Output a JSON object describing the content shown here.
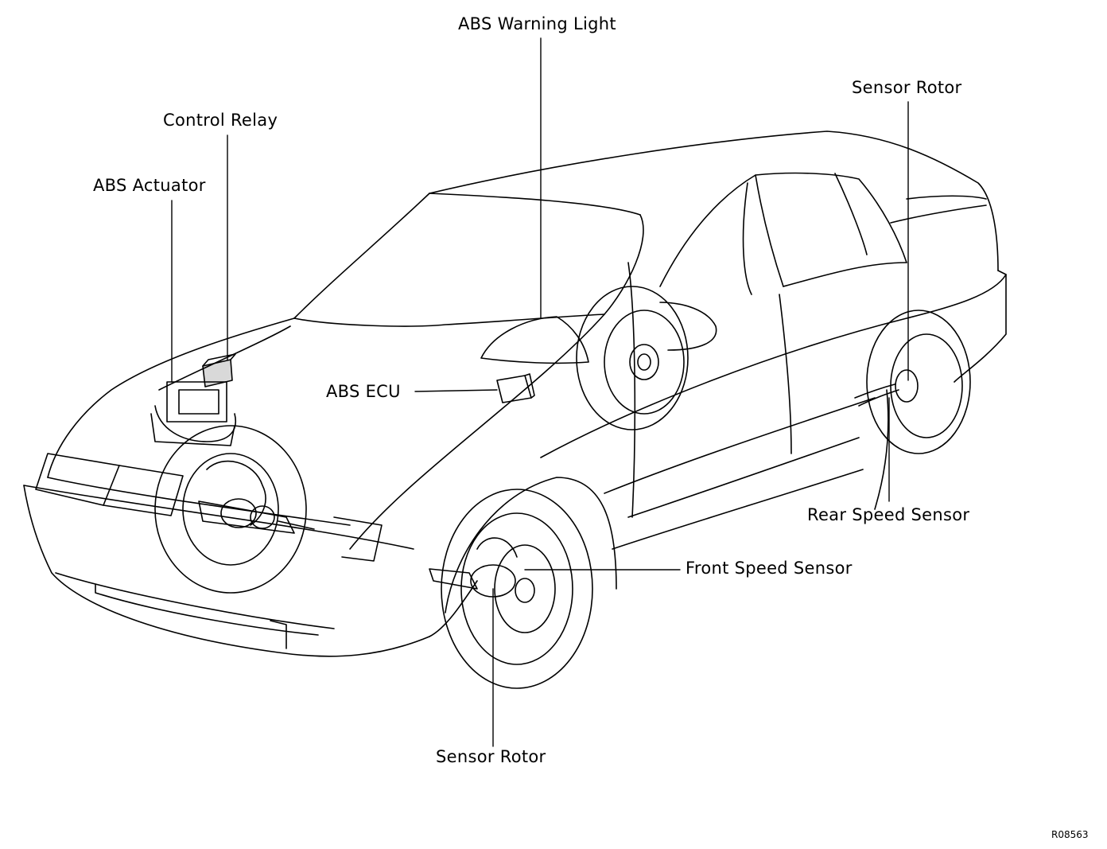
{
  "labels": {
    "abs_warning_light": "ABS Warning Light",
    "sensor_rotor_rear": "Sensor Rotor",
    "control_relay": "Control Relay",
    "abs_actuator": "ABS Actuator",
    "abs_ecu": "ABS ECU",
    "rear_speed_sensor": "Rear Speed Sensor",
    "front_speed_sensor": "Front Speed Sensor",
    "sensor_rotor_front": "Sensor Rotor"
  },
  "figure_code": "R08563"
}
